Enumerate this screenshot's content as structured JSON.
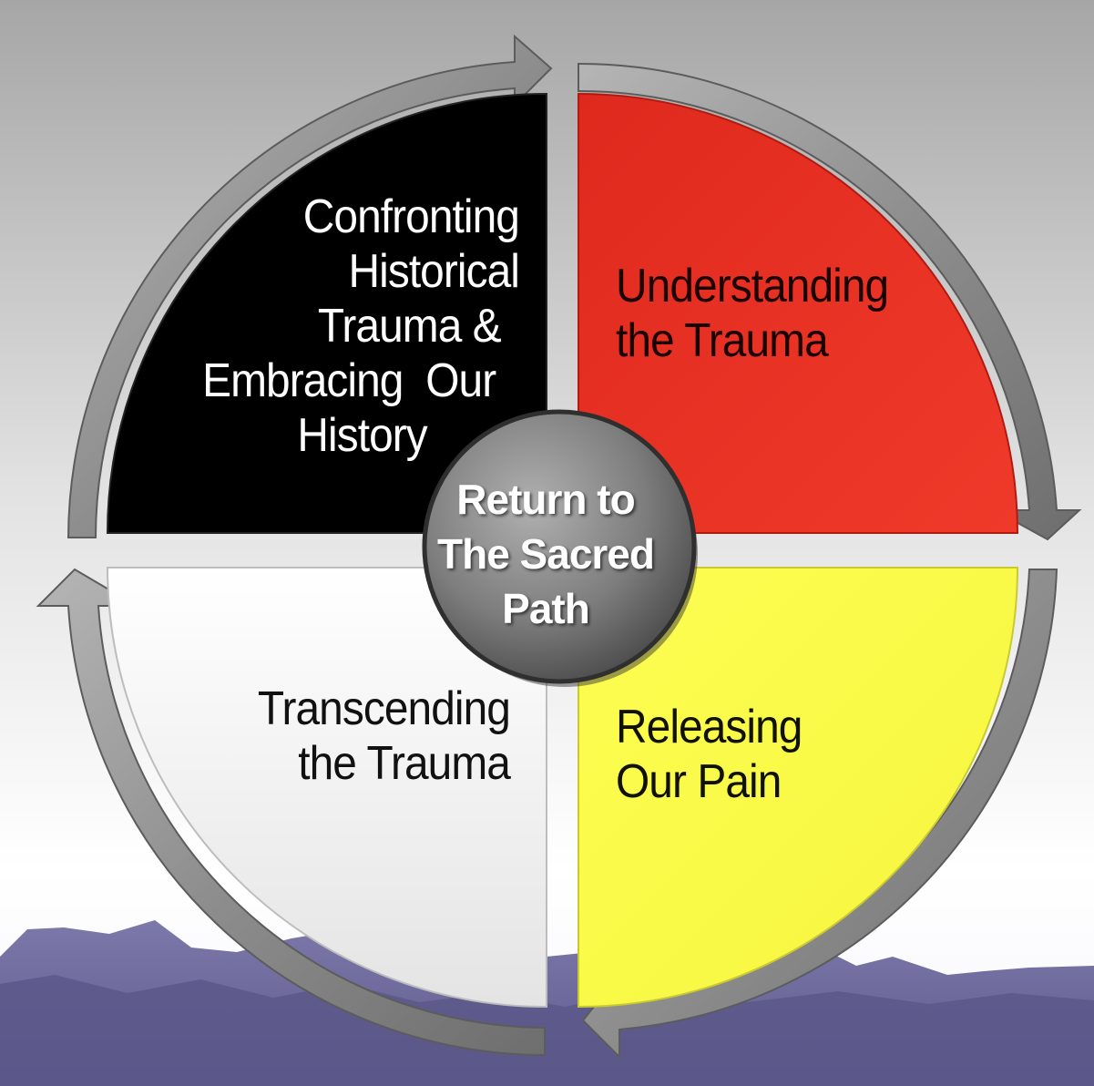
{
  "center": {
    "lines": [
      "Return to",
      "The Sacred",
      "Path"
    ]
  },
  "quadrants": {
    "black": {
      "color": "#000000",
      "lines": [
        "Confronting",
        "Historical",
        "Trauma &",
        "Embracing  Our",
        "History"
      ]
    },
    "red": {
      "color": "#e8291f",
      "lines": [
        "Understanding",
        "the Trauma"
      ]
    },
    "yellow": {
      "color": "#ffff55",
      "lines": [
        "Releasing",
        "Our Pain"
      ]
    },
    "white": {
      "color": "#f2f2f2",
      "lines": [
        "Transcending",
        "the Trauma"
      ]
    }
  },
  "colors": {
    "ring": "#8a8a8a",
    "mountains": "#6e6a9a",
    "sky_top": "#a9a9a9",
    "sky_bottom": "#ffffff"
  }
}
